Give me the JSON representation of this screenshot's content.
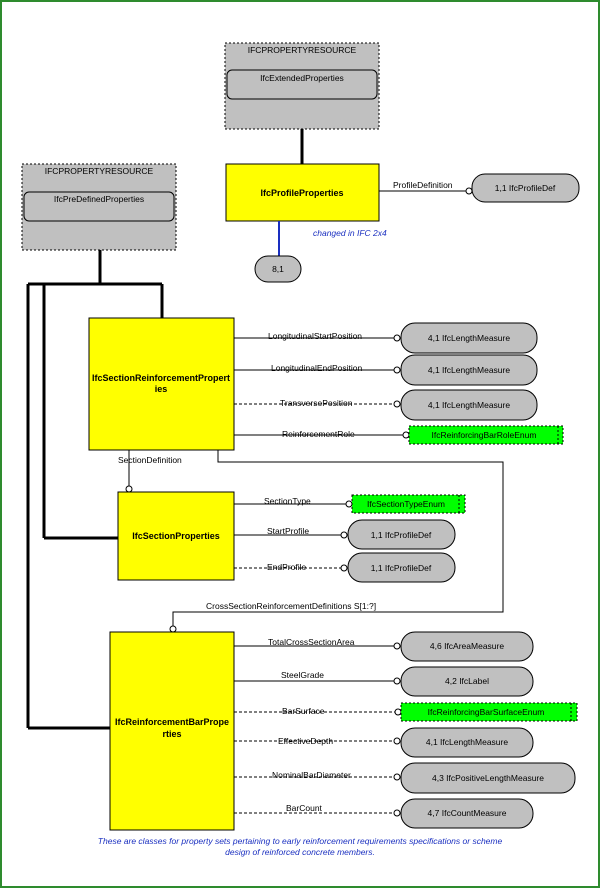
{
  "resources": {
    "extended": {
      "header": "IFCPROPERTYRESOURCE",
      "name": "IfcExtendedProperties"
    },
    "predefined": {
      "header": "IFCPROPERTYRESOURCE",
      "name": "IfcPreDefinedProperties"
    }
  },
  "profile_properties": {
    "name": "IfcProfileProperties",
    "attr_label": "ProfileDefinition",
    "attr_type": "1,1 IfcProfileDef",
    "change_note": "changed in IFC 2x4",
    "ref": "8,1"
  },
  "section_reinforcement": {
    "name_line1": "IfcSectionReinforcementPropert",
    "name_line2": "ies",
    "attrs": [
      {
        "label": "LongitudinalStartPosition",
        "type": "4,1 IfcLengthMeasure"
      },
      {
        "label": "LongitudinalEndPosition",
        "type": "4,1 IfcLengthMeasure"
      },
      {
        "label": "TransversePosition",
        "type": "4,1 IfcLengthMeasure"
      },
      {
        "label": "ReinforcementRole",
        "type": "IfcReinforcingBarRoleEnum"
      }
    ],
    "section_definition_label": "SectionDefinition",
    "cross_section_label": "CrossSectionReinforcementDefinitions S[1:?]"
  },
  "section_properties": {
    "name": "IfcSectionProperties",
    "attrs": [
      {
        "label": "SectionType",
        "type": "IfcSectionTypeEnum"
      },
      {
        "label": "StartProfile",
        "type": "1,1 IfcProfileDef"
      },
      {
        "label": "EndProfile",
        "type": "1,1 IfcProfileDef"
      }
    ]
  },
  "bar_properties": {
    "name_line1": "IfcReinforcementBarPrope",
    "name_line2": "rties",
    "attrs": [
      {
        "label": "TotalCrossSectionArea",
        "type": "4,6 IfcAreaMeasure"
      },
      {
        "label": "SteelGrade",
        "type": "4,2 IfcLabel"
      },
      {
        "label": "BarSurface",
        "type": "IfcReinforcingBarSurfaceEnum"
      },
      {
        "label": "EffectiveDepth",
        "type": "4,1 IfcLengthMeasure"
      },
      {
        "label": "NominalBarDiameter",
        "type": "4,3 IfcPositiveLengthMeasure"
      },
      {
        "label": "BarCount",
        "type": "4,7 IfcCountMeasure"
      }
    ]
  },
  "footnote_line1": "These are classes for property sets pertaining to early reinforcement requirements specifications or scheme",
  "footnote_line2": "design of reinforced concrete members.",
  "colors": {
    "entity": "#ffff00",
    "enum": "#00ff00",
    "type": "#c0c0c0",
    "note": "#1a2fc0"
  }
}
